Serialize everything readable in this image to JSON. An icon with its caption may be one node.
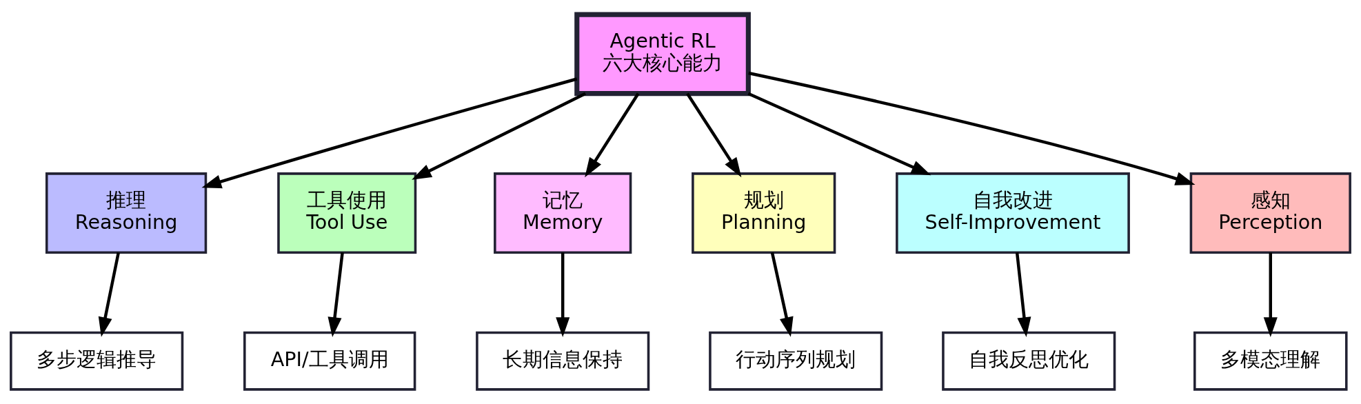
{
  "diagram": {
    "nodes": [
      {
        "text": [
          "Agentic RL",
          "六大核心能力"
        ]
      },
      {
        "text": [
          "推理",
          "Reasoning"
        ]
      },
      {
        "text": [
          "工具使用",
          "Tool Use"
        ]
      },
      {
        "text": [
          "记忆",
          "Memory"
        ]
      },
      {
        "text": [
          "规划",
          "Planning"
        ]
      },
      {
        "text": [
          "自我改进",
          "Self-Improvement"
        ]
      },
      {
        "text": [
          "感知",
          "Perception"
        ]
      },
      {
        "text": [
          "多步逻辑推导"
        ]
      },
      {
        "text": [
          "API/工具调用"
        ]
      },
      {
        "text": [
          "长期信息保持"
        ]
      },
      {
        "text": [
          "行动序列规划"
        ]
      },
      {
        "text": [
          "自我反思优化"
        ]
      },
      {
        "text": [
          "多模态理解"
        ]
      }
    ],
    "edges": [
      {
        "from": 0,
        "to": 1,
        "arrow": "to"
      },
      {
        "from": 0,
        "to": 2,
        "arrow": "to"
      },
      {
        "from": 0,
        "to": 3,
        "arrow": "to"
      },
      {
        "from": 0,
        "to": 4,
        "arrow": "to"
      },
      {
        "from": 0,
        "to": 5,
        "arrow": "to"
      },
      {
        "from": 0,
        "to": 6,
        "arrow": "to"
      },
      {
        "from": 1,
        "to": 7,
        "arrow": "to"
      },
      {
        "from": 2,
        "to": 8,
        "arrow": "to"
      },
      {
        "from": 3,
        "to": 9,
        "arrow": "to"
      },
      {
        "from": 4,
        "to": 10,
        "arrow": "to"
      },
      {
        "from": 5,
        "to": 11,
        "arrow": "to"
      },
      {
        "from": 6,
        "to": 12,
        "arrow": "to"
      }
    ]
  }
}
